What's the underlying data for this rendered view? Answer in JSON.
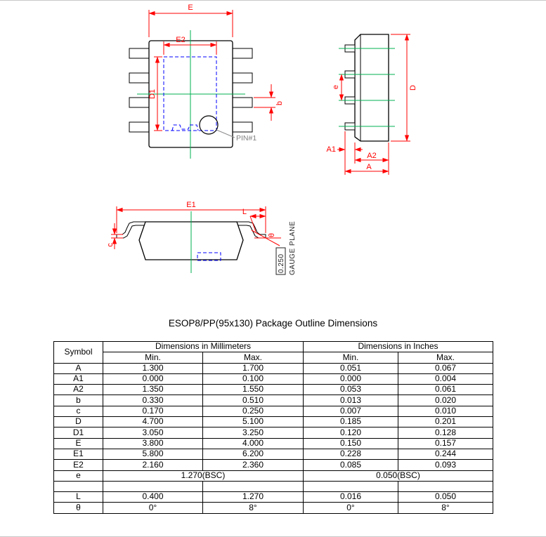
{
  "title": "ESOP8/PP(95x130) Package Outline Dimensions",
  "drawings": {
    "top_view": {
      "dim_E": "E",
      "dim_E2": "E2",
      "dim_D1": "D1",
      "dim_b": "b",
      "pin1_label": "PIN#1"
    },
    "side_view": {
      "dim_e": "e",
      "dim_D": "D",
      "dim_A1": "A1",
      "dim_A2": "A2",
      "dim_A": "A"
    },
    "front_view": {
      "dim_E1": "E1",
      "dim_L": "L",
      "dim_c": "c",
      "dim_theta": "θ",
      "gauge_value": "0.250",
      "gauge_label": "GAUGE PLANE"
    },
    "colors": {
      "dimension": "#ff0000",
      "centerline": "#00b050",
      "hidden_line": "#0000ff",
      "outline": "#000000"
    }
  },
  "table": {
    "col_symbol": "Symbol",
    "col_mm": "Dimensions in Millimeters",
    "col_in": "Dimensions in Inches",
    "col_min": "Min.",
    "col_max": "Max.",
    "rows": [
      {
        "symbol": "A",
        "mm_min": "1.300",
        "mm_max": "1.700",
        "in_min": "0.051",
        "in_max": "0.067"
      },
      {
        "symbol": "A1",
        "mm_min": "0.000",
        "mm_max": "0.100",
        "in_min": "0.000",
        "in_max": "0.004"
      },
      {
        "symbol": "A2",
        "mm_min": "1.350",
        "mm_max": "1.550",
        "in_min": "0.053",
        "in_max": "0.061"
      },
      {
        "symbol": "b",
        "mm_min": "0.330",
        "mm_max": "0.510",
        "in_min": "0.013",
        "in_max": "0.020"
      },
      {
        "symbol": "c",
        "mm_min": "0.170",
        "mm_max": "0.250",
        "in_min": "0.007",
        "in_max": "0.010"
      },
      {
        "symbol": "D",
        "mm_min": "4.700",
        "mm_max": "5.100",
        "in_min": "0.185",
        "in_max": "0.201"
      },
      {
        "symbol": "D1",
        "mm_min": "3.050",
        "mm_max": "3.250",
        "in_min": "0.120",
        "in_max": "0.128"
      },
      {
        "symbol": "E",
        "mm_min": "3.800",
        "mm_max": "4.000",
        "in_min": "0.150",
        "in_max": "0.157"
      },
      {
        "symbol": "E1",
        "mm_min": "5.800",
        "mm_max": "6.200",
        "in_min": "0.228",
        "in_max": "0.244"
      },
      {
        "symbol": "E2",
        "mm_min": "2.160",
        "mm_max": "2.360",
        "in_min": "0.085",
        "in_max": "0.093"
      },
      {
        "symbol": "e",
        "mm_bsc": "1.270(BSC)",
        "in_bsc": "0.050(BSC)"
      },
      {
        "symbol": ""
      },
      {
        "symbol": "L",
        "mm_min": "0.400",
        "mm_max": "1.270",
        "in_min": "0.016",
        "in_max": "0.050"
      },
      {
        "symbol": "θ",
        "mm_min": "0°",
        "mm_max": "8°",
        "in_min": "0°",
        "in_max": "8°"
      }
    ]
  }
}
